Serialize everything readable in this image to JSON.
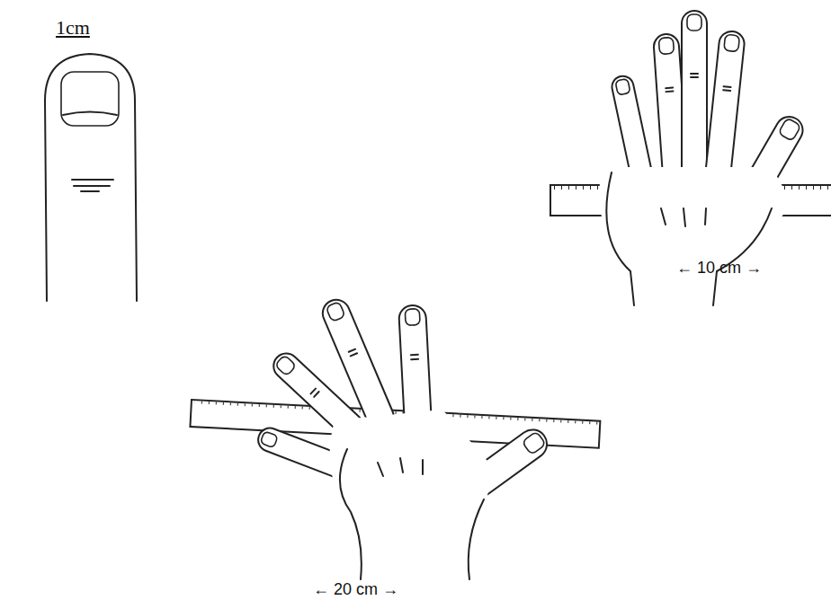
{
  "diagram": {
    "labels": [
      "1cm",
      "← 10 cm →",
      "← 20 cm →"
    ]
  }
}
